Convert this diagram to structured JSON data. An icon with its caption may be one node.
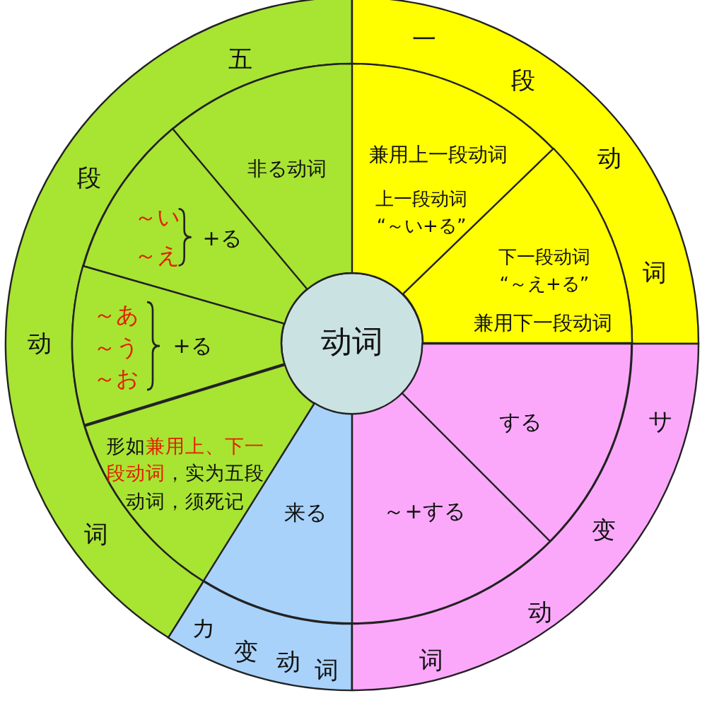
{
  "diagram": {
    "nodes": [
      {
        "text": [
          "动词"
        ]
      },
      {
        "text": [
          "五",
          "段",
          "动",
          "词"
        ]
      },
      {
        "text": [
          "非る动词"
        ]
      },
      {
        "text": [
          "～い",
          "～え",
          "+る"
        ]
      },
      {
        "text": [
          "～あ",
          "～う",
          "～お",
          "+る"
        ]
      },
      {
        "text": [
          "形如**兼用上、下一段动词**，实为五段动词，须死记"
        ]
      },
      {
        "text": [
          "一",
          "段",
          "动",
          "词"
        ]
      },
      {
        "text": [
          "兼用上一段动词",
          "上一段动词 “～い+る”"
        ]
      },
      {
        "text": [
          "下一段动词 “～え+る”",
          "兼用下一段动词"
        ]
      },
      {
        "text": [
          "サ",
          "变",
          "动",
          "词"
        ]
      },
      {
        "text": [
          "する"
        ]
      },
      {
        "text": [
          "～+する"
        ]
      },
      {
        "text": [
          "カ",
          "变",
          "动",
          "词"
        ]
      },
      {
        "text": [
          "来る"
        ]
      }
    ]
  }
}
